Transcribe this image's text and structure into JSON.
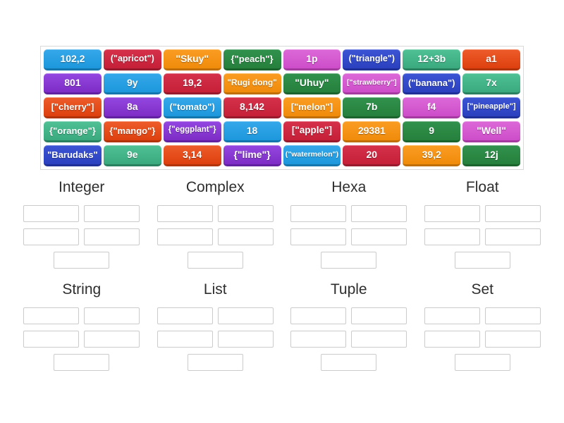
{
  "palette": {
    "blue": {
      "top": "#35a8ea",
      "bottom": "#1d97dc",
      "edge": "#1377ad"
    },
    "crimson": {
      "top": "#d6314b",
      "bottom": "#c52038",
      "edge": "#9a1a2d"
    },
    "orange": {
      "top": "#fa9d23",
      "bottom": "#f08b0b",
      "edge": "#c06f06"
    },
    "green": {
      "top": "#31924d",
      "bottom": "#25803c",
      "edge": "#1c642e"
    },
    "orchid": {
      "top": "#dc69d8",
      "bottom": "#cd4dc9",
      "edge": "#a53ba1"
    },
    "royal": {
      "top": "#3c55d5",
      "bottom": "#2a40bf",
      "edge": "#1f3099"
    },
    "seagreen": {
      "top": "#4fc195",
      "bottom": "#3aa97e",
      "edge": "#2a8160"
    },
    "vermillion": {
      "top": "#ee5c2b",
      "bottom": "#dd400e",
      "edge": "#b2340b"
    },
    "purple": {
      "top": "#9447e1",
      "bottom": "#7d2dc5",
      "edge": "#6121a1"
    }
  },
  "board": {
    "tiles": [
      {
        "label": "102,2",
        "color": "blue",
        "fs": 14
      },
      {
        "label": "(\"apricot\")",
        "color": "crimson",
        "fs": 12.5
      },
      {
        "label": "\"Skuy\"",
        "color": "orange",
        "fs": 14
      },
      {
        "label": "{\"peach\"}",
        "color": "green",
        "fs": 13
      },
      {
        "label": "1p",
        "color": "orchid",
        "fs": 14
      },
      {
        "label": "(\"triangle\")",
        "color": "royal",
        "fs": 12.5
      },
      {
        "label": "12+3b",
        "color": "seagreen",
        "fs": 14
      },
      {
        "label": "a1",
        "color": "vermillion",
        "fs": 14
      },
      {
        "label": "801",
        "color": "purple",
        "fs": 14
      },
      {
        "label": "9y",
        "color": "blue",
        "fs": 14
      },
      {
        "label": "19,2",
        "color": "crimson",
        "fs": 14
      },
      {
        "label": "\"Rugi dong\"",
        "color": "orange",
        "fs": 12
      },
      {
        "label": "\"Uhuy\"",
        "color": "green",
        "fs": 14
      },
      {
        "label": "[\"strawberry\"]",
        "color": "orchid",
        "fs": 10.5
      },
      {
        "label": "(\"banana\")",
        "color": "royal",
        "fs": 13
      },
      {
        "label": "7x",
        "color": "seagreen",
        "fs": 14
      },
      {
        "label": "[\"cherry\"]",
        "color": "vermillion",
        "fs": 13
      },
      {
        "label": "8a",
        "color": "purple",
        "fs": 14
      },
      {
        "label": "(\"tomato\")",
        "color": "blue",
        "fs": 13
      },
      {
        "label": "8,142",
        "color": "crimson",
        "fs": 14
      },
      {
        "label": "[\"melon\"]",
        "color": "orange",
        "fs": 13
      },
      {
        "label": "7b",
        "color": "green",
        "fs": 14
      },
      {
        "label": "f4",
        "color": "orchid",
        "fs": 14
      },
      {
        "label": "[\"pineapple\"]",
        "color": "royal",
        "fs": 11
      },
      {
        "label": "{\"orange\"}",
        "color": "seagreen",
        "fs": 13
      },
      {
        "label": "{\"mango\"}",
        "color": "vermillion",
        "fs": 13
      },
      {
        "label": "{\"eggplant\"}",
        "color": "purple",
        "fs": 11.5
      },
      {
        "label": "18",
        "color": "blue",
        "fs": 14
      },
      {
        "label": "[\"apple\"]",
        "color": "crimson",
        "fs": 13.5
      },
      {
        "label": "29381",
        "color": "orange",
        "fs": 14
      },
      {
        "label": "9",
        "color": "green",
        "fs": 14
      },
      {
        "label": "\"Well\"",
        "color": "orchid",
        "fs": 14
      },
      {
        "label": "\"Barudaks\"",
        "color": "royal",
        "fs": 13
      },
      {
        "label": "9e",
        "color": "seagreen",
        "fs": 14
      },
      {
        "label": "3,14",
        "color": "vermillion",
        "fs": 14
      },
      {
        "label": "{\"lime\"}",
        "color": "purple",
        "fs": 14
      },
      {
        "label": "(\"watermelon\")",
        "color": "blue",
        "fs": 10.5
      },
      {
        "label": "20",
        "color": "crimson",
        "fs": 14
      },
      {
        "label": "39,2",
        "color": "orange",
        "fs": 14
      },
      {
        "label": "12j",
        "color": "green",
        "fs": 14
      }
    ]
  },
  "categories": [
    {
      "label": "Integer"
    },
    {
      "label": "Complex"
    },
    {
      "label": "Hexa"
    },
    {
      "label": "Float"
    },
    {
      "label": "String"
    },
    {
      "label": "List"
    },
    {
      "label": "Tuple"
    },
    {
      "label": "Set"
    }
  ],
  "slot_rows": [
    2,
    2,
    1
  ]
}
